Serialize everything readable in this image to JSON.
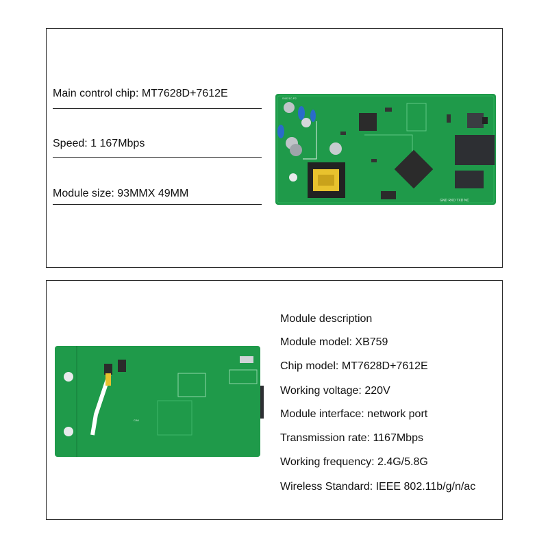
{
  "top_panel": {
    "specs": [
      {
        "label": "Main control chip: MT7628D+7612E"
      },
      {
        "label": "Speed: 1 167Mbps"
      },
      {
        "label": "Module size: 93MMX 49MM"
      }
    ],
    "board_image": {
      "name": "pcb-front-photo",
      "silk_pins": "GND RXD TXD NC",
      "silk_code": "S4021C-P2"
    }
  },
  "bottom_panel": {
    "board_image": {
      "name": "pcb-back-photo"
    },
    "description": [
      {
        "text": "Module description"
      },
      {
        "text": "Module model: XB759"
      },
      {
        "text": "Chip model: MT7628D+7612E"
      },
      {
        "text": "Working voltage: 220V"
      },
      {
        "text": "Module interface: network port"
      },
      {
        "text": "Transmission rate: 1167Mbps"
      },
      {
        "text": "Working frequency: 2.4G/5.8G"
      },
      {
        "text": "Wireless Standard: IEEE 802.11b/g/n/ac"
      }
    ]
  },
  "colors": {
    "pcb_green": "#1f9a4a",
    "pcb_dark": "#167a39",
    "border": "#2a2a2a"
  }
}
